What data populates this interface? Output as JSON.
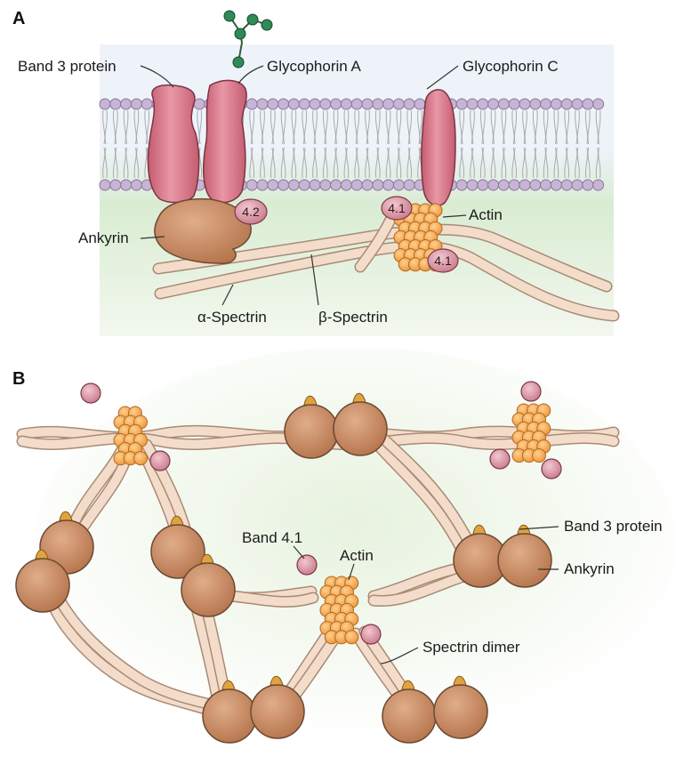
{
  "panel_a": {
    "letter": "A",
    "labels": {
      "band3": "Band 3 protein",
      "glycophorin_a": "Glycophorin A",
      "glycophorin_c": "Glycophorin C",
      "ankyrin": "Ankyrin",
      "actin": "Actin",
      "alpha_spectrin": "α-Spectrin",
      "beta_spectrin": "β-Spectrin",
      "p42": "4.2",
      "p41_top": "4.1",
      "p41_bottom": "4.1"
    }
  },
  "panel_b": {
    "letter": "B",
    "labels": {
      "band3": "Band 3 protein",
      "ankyrin": "Ankyrin",
      "band41": "Band 4.1",
      "actin": "Actin",
      "spectrin_dimer": "Spectrin dimer"
    }
  },
  "colors": {
    "membrane_bg": "#e6f1df",
    "lipid_head": "#c8b4d6",
    "protein": "#d7798a",
    "ankyrin": "#c98e66",
    "actin": "#f5a54a",
    "spectrin": "#f4dccb",
    "glycan": "#2e8b57"
  }
}
